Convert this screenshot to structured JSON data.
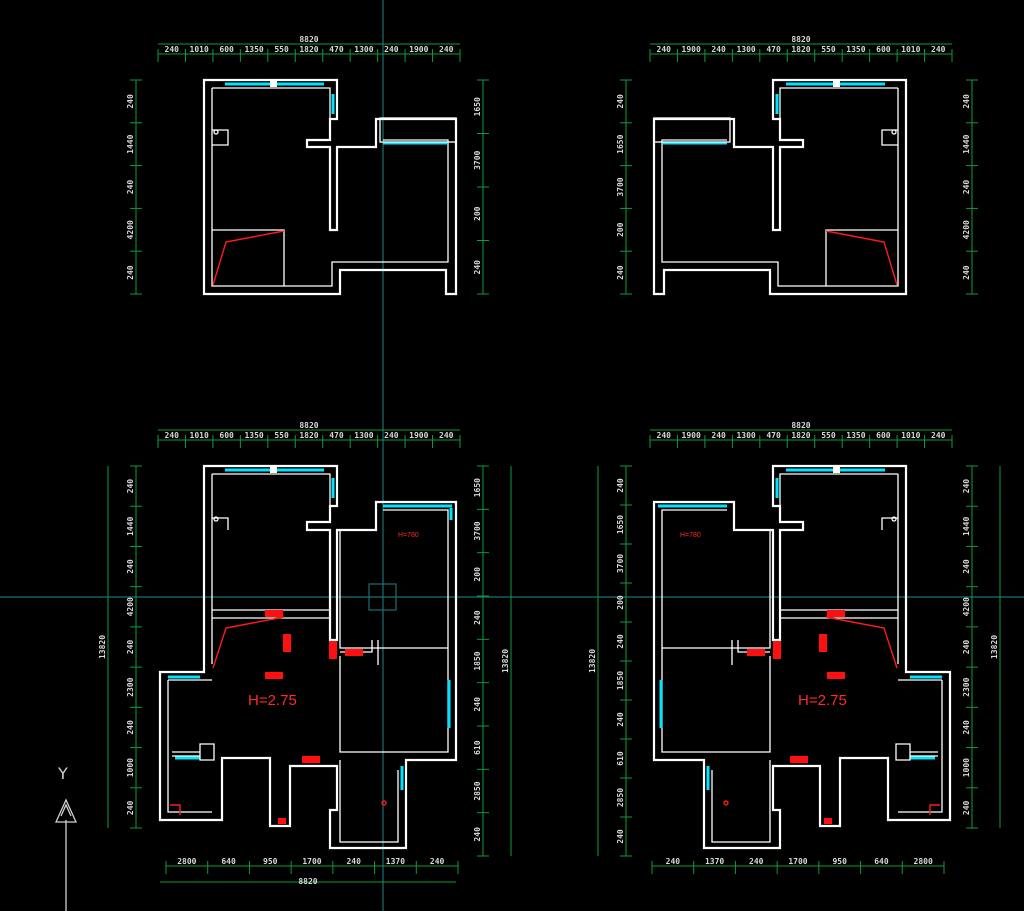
{
  "app": "CAD floor plan viewport",
  "colors": {
    "background": "#000000",
    "walls": "#ffffff",
    "windows": "#00e5ff",
    "dimensions": "#0a9e3c",
    "annotations": "#ff2a2a",
    "crosshair": "#1c6f74"
  },
  "plans": {
    "top_left": {
      "top_total": "8820",
      "top_dims": [
        "240",
        "1010",
        "600",
        "1350",
        "550",
        "1820",
        "470",
        "1300",
        "240",
        "1900",
        "240"
      ],
      "left_dims": [
        "240",
        "1440",
        "240",
        "4200",
        "240"
      ],
      "right_dims": [
        "1650",
        "3700",
        "200",
        "240"
      ]
    },
    "top_right": {
      "top_total": "8820",
      "top_dims": [
        "240",
        "1900",
        "240",
        "1300",
        "470",
        "1820",
        "550",
        "1350",
        "600",
        "1010",
        "240"
      ],
      "left_dims": [
        "240",
        "1650",
        "3700",
        "200",
        "240"
      ],
      "right_dims": [
        "240",
        "1440",
        "240",
        "4200",
        "240"
      ]
    },
    "bottom_left": {
      "top_total": "8820",
      "top_dims": [
        "240",
        "1010",
        "600",
        "1350",
        "550",
        "1820",
        "470",
        "1300",
        "240",
        "1900",
        "240"
      ],
      "left_dims": [
        "240",
        "1440",
        "240",
        "4200",
        "240",
        "2300",
        "240",
        "1000",
        "240"
      ],
      "left_total": "13820",
      "right_dims": [
        "1650",
        "3700",
        "200",
        "240",
        "1850",
        "240",
        "610",
        "2850",
        "240"
      ],
      "right_total": "13820",
      "bottom_dims": [
        "2800",
        "640",
        "950",
        "1700",
        "240",
        "1370",
        "240"
      ],
      "bottom_total": "8820",
      "height_label": "H=2.75",
      "room_tag": "H=780"
    },
    "bottom_right": {
      "top_total": "8820",
      "top_dims": [
        "240",
        "1900",
        "240",
        "1300",
        "470",
        "1820",
        "550",
        "1350",
        "600",
        "1010",
        "240"
      ],
      "left_dims": [
        "240",
        "1650",
        "3700",
        "200",
        "240",
        "1850",
        "240",
        "610",
        "2850",
        "240"
      ],
      "left_total": "13820",
      "right_dims": [
        "240",
        "1440",
        "240",
        "4200",
        "240",
        "2300",
        "240",
        "1000",
        "240"
      ],
      "right_total": "13820",
      "bottom_dims": [
        "240",
        "1370",
        "240",
        "1700",
        "950",
        "640",
        "2800"
      ],
      "height_label": "H=2.75",
      "room_tag": "H=780"
    }
  },
  "ucs": {
    "axis_label": "Y"
  }
}
